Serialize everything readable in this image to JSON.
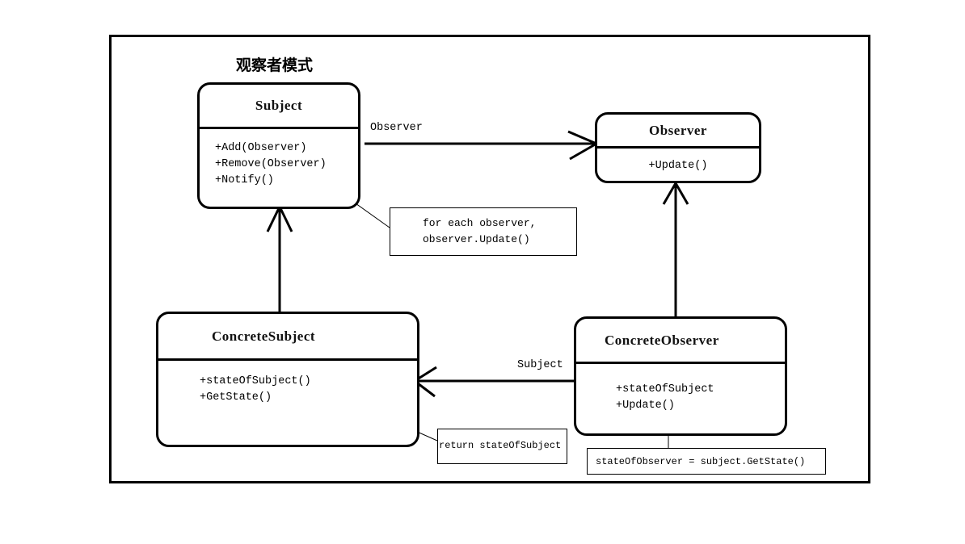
{
  "title": "观察者模式",
  "classes": {
    "subject": {
      "name": "Subject",
      "members": [
        "+Add(Observer)",
        "+Remove(Observer)",
        "+Notify()"
      ]
    },
    "observer": {
      "name": "Observer",
      "members": [
        "+Update()"
      ]
    },
    "concrete_subject": {
      "name": "ConcreteSubject",
      "members": [
        "+stateOfSubject()",
        "+GetState()"
      ]
    },
    "concrete_observer": {
      "name": "ConcreteObserver",
      "members": [
        "+stateOfSubject",
        "+Update()"
      ]
    }
  },
  "associations": {
    "subject_to_observer": "Observer",
    "concrete_observer_to_concrete_subject": "Subject"
  },
  "notes": {
    "notify": [
      "for each observer,",
      "observer.Update()"
    ],
    "get_state": "return stateOfSubject",
    "update": "stateOfObserver = subject.GetState()"
  }
}
